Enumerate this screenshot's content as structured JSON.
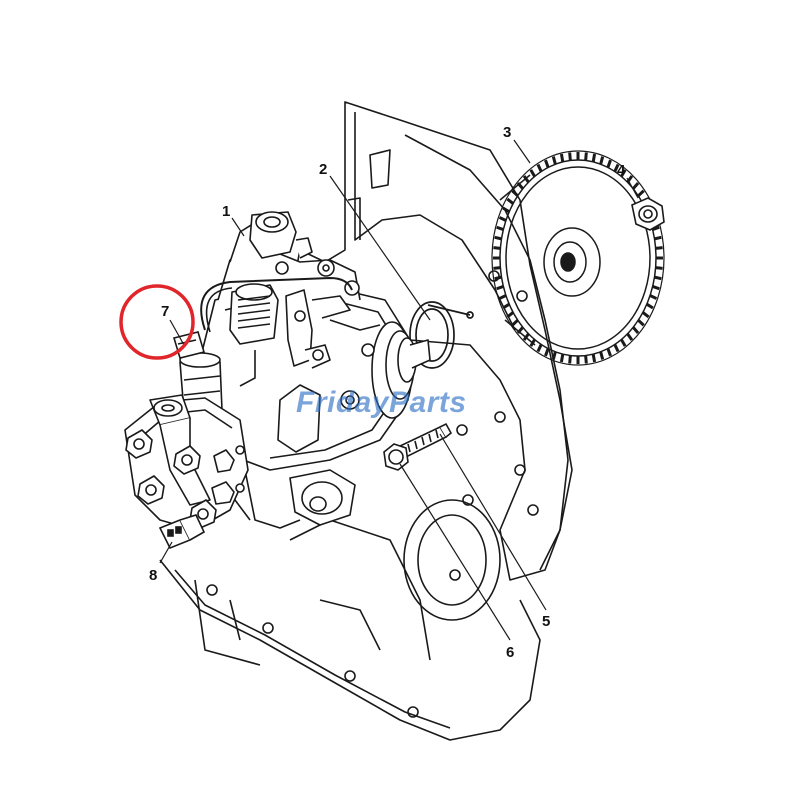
{
  "diagram": {
    "callouts": [
      {
        "id": "1",
        "label": "1"
      },
      {
        "id": "2",
        "label": "2"
      },
      {
        "id": "3",
        "label": "3"
      },
      {
        "id": "4",
        "label": "4"
      },
      {
        "id": "5",
        "label": "5"
      },
      {
        "id": "6",
        "label": "6"
      },
      {
        "id": "7",
        "label": "7"
      },
      {
        "id": "8",
        "label": "8"
      }
    ],
    "highlighted_callout": "7",
    "watermark": {
      "part1": "Friday",
      "part2": "Parts"
    }
  },
  "colors": {
    "line": "#1a1a1a",
    "highlight": "#e0262b",
    "watermark_blue": "#2b6fc4",
    "watermark_orange": "#f39a1e",
    "background": "#ffffff"
  }
}
